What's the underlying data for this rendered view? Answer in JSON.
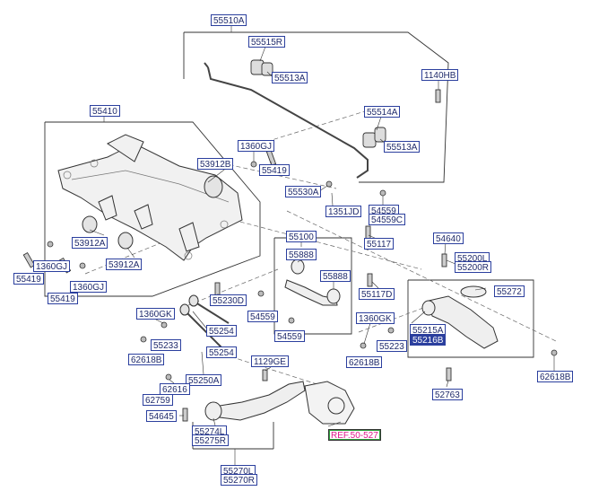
{
  "diagram": {
    "labels": {
      "p55510A": "55510A",
      "p55515R": "55515R",
      "p55513A_top": "55513A",
      "p1140HB": "1140HB",
      "p55410": "55410",
      "p55514A": "55514A",
      "p55513A_mid": "55513A",
      "p1360GJ_top": "1360GJ",
      "p53912B": "53912B",
      "p55419_top": "55419",
      "p55530A": "55530A",
      "p1351JD": "1351JD",
      "p54559_a": "54559",
      "p54559C": "54559C",
      "p55100": "55100",
      "p55117": "55117",
      "p54640": "54640",
      "p53912A_a": "53912A",
      "p55888_a": "55888",
      "p55200L": "55200L",
      "p55200R": "55200R",
      "p1360GJ_b": "1360GJ",
      "p53912A_b": "53912A",
      "p55888_b": "55888",
      "p55419_a": "55419",
      "p55419_b": "55419",
      "p1360GJ_c": "1360GJ",
      "p55272": "55272",
      "p55230D": "55230D",
      "p55117D": "55117D",
      "p1360GK_a": "1360GK",
      "p54559_b": "54559",
      "p1360GK_b": "1360GK",
      "p55254_a": "55254",
      "p55215A": "55215A",
      "p55216B": "55216B",
      "p55233": "55233",
      "p54559_c": "54559",
      "p55223": "55223",
      "p62618B_a": "62618B",
      "p55254_b": "55254",
      "p62618B_b": "62618B",
      "p1129GE": "1129GE",
      "p62618B_c": "62618B",
      "p55250A": "55250A",
      "p62616": "62616",
      "p62759": "62759",
      "p52763": "52763",
      "p54645": "54645",
      "p55274L": "55274L",
      "p55275R": "55275R",
      "pREF": "REF.50-527",
      "p55270L": "55270L",
      "p55270R": "55270R"
    }
  }
}
